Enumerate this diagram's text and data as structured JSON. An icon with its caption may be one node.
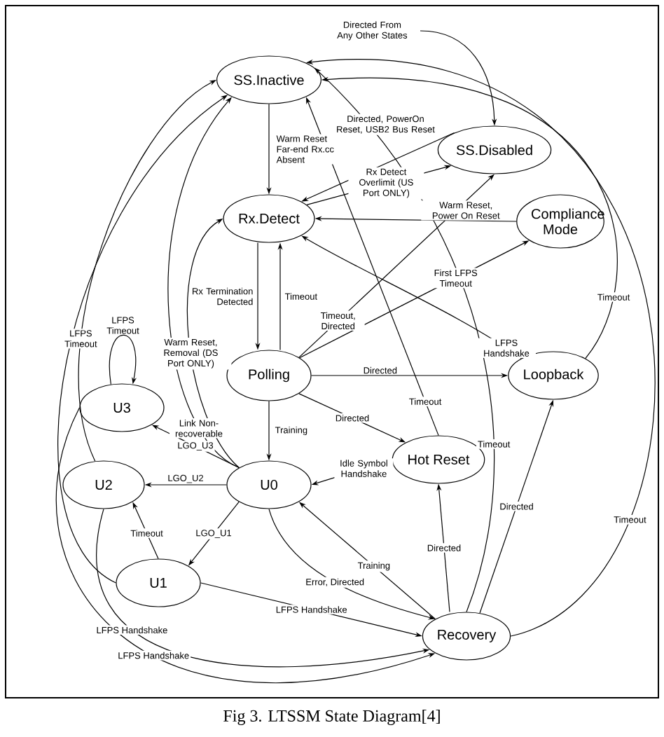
{
  "diagram": {
    "caption": "Fig 3. LTSSM State Diagram[4]",
    "nodes": [
      {
        "text": [
          "SS.Inactive"
        ]
      },
      {
        "text": [
          "SS.Disabled"
        ]
      },
      {
        "text": [
          "Rx.Detect"
        ]
      },
      {
        "text": [
          "Compliance Mode"
        ]
      },
      {
        "text": [
          "Polling"
        ]
      },
      {
        "text": [
          "Loopback"
        ]
      },
      {
        "text": [
          "U3"
        ]
      },
      {
        "text": [
          "U0"
        ]
      },
      {
        "text": [
          "Hot Reset"
        ]
      },
      {
        "text": [
          "U2"
        ]
      },
      {
        "text": [
          "U1"
        ]
      },
      {
        "text": [
          "Recovery"
        ]
      }
    ],
    "edges": [
      {
        "from": 0,
        "to": 2,
        "arrow": "to",
        "label": "Warm Reset Far-end Rx.cc Absent"
      },
      {
        "from": null,
        "to": 1,
        "arrow": "to",
        "label": "Directed From Any Other States"
      },
      {
        "from": 1,
        "to": 2,
        "arrow": "to",
        "label": "Directed, PowerOn Reset, USB2 Bus Reset"
      },
      {
        "from": 2,
        "to": 1,
        "arrow": "to",
        "label": "Rx Detect Overlimit (US Port ONLY)"
      },
      {
        "from": 4,
        "to": 1,
        "arrow": "to",
        "label": "Timeout, Directed"
      },
      {
        "from": 3,
        "to": 2,
        "arrow": "to",
        "label": "Warm Reset, Power On Reset"
      },
      {
        "from": 4,
        "to": 3,
        "arrow": "to",
        "label": "First LFPS Timeout"
      },
      {
        "from": 2,
        "to": 4,
        "arrow": "to",
        "label": "Rx Termination Detected"
      },
      {
        "from": 4,
        "to": 2,
        "arrow": "to",
        "label": "Timeout"
      },
      {
        "from": 7,
        "to": 2,
        "arrow": "to",
        "label": "Warm Reset, Removal (DS Port ONLY)"
      },
      {
        "from": 7,
        "to": 0,
        "arrow": "to",
        "label": "Link Non-recoverable"
      },
      {
        "from": 4,
        "to": 5,
        "arrow": "to",
        "label": "Directed"
      },
      {
        "from": 4,
        "to": 8,
        "arrow": "to",
        "label": "Directed"
      },
      {
        "from": 8,
        "to": 7,
        "arrow": "to",
        "label": "Idle Symbol Handshake"
      },
      {
        "from": 4,
        "to": 7,
        "arrow": "to",
        "label": "Training"
      },
      {
        "from": 7,
        "to": 6,
        "arrow": "to",
        "label": "LGO_U3"
      },
      {
        "from": 7,
        "to": 9,
        "arrow": "to",
        "label": "LGO_U2"
      },
      {
        "from": 7,
        "to": 10,
        "arrow": "to",
        "label": "LGO_U1"
      },
      {
        "from": 10,
        "to": 9,
        "arrow": "to",
        "label": "Timeout"
      },
      {
        "from": 7,
        "to": 11,
        "arrow": "to",
        "label": "Error, Directed"
      },
      {
        "from": 11,
        "to": 7,
        "arrow": "to",
        "label": "Training"
      },
      {
        "from": 10,
        "to": 11,
        "arrow": "to",
        "label": "LFPS Handshake"
      },
      {
        "from": 9,
        "to": 11,
        "arrow": "to",
        "label": "LFPS Handshake"
      },
      {
        "from": 6,
        "to": 11,
        "arrow": "to",
        "label": "LFPS Handshake"
      },
      {
        "from": 11,
        "to": 8,
        "arrow": "to",
        "label": "Directed"
      },
      {
        "from": 11,
        "to": 5,
        "arrow": "to",
        "label": "Directed"
      },
      {
        "from": 8,
        "to": 0,
        "arrow": "to",
        "label": "Timeout"
      },
      {
        "from": 11,
        "to": 0,
        "arrow": "to",
        "label": "Timeout"
      },
      {
        "from": 5,
        "to": 0,
        "arrow": "to",
        "label": "Timeout"
      },
      {
        "from": 11,
        "to": 0,
        "arrow": "to",
        "label": "Timeout"
      },
      {
        "from": 5,
        "to": 2,
        "arrow": "to",
        "label": "LFPS Handshake"
      },
      {
        "from": 6,
        "to": 6,
        "arrow": "to",
        "label": "LFPS Timeout"
      },
      {
        "from": 9,
        "to": 0,
        "arrow": "to",
        "label": "LFPS Timeout"
      },
      {
        "from": 10,
        "to": 0,
        "arrow": "to"
      }
    ]
  }
}
